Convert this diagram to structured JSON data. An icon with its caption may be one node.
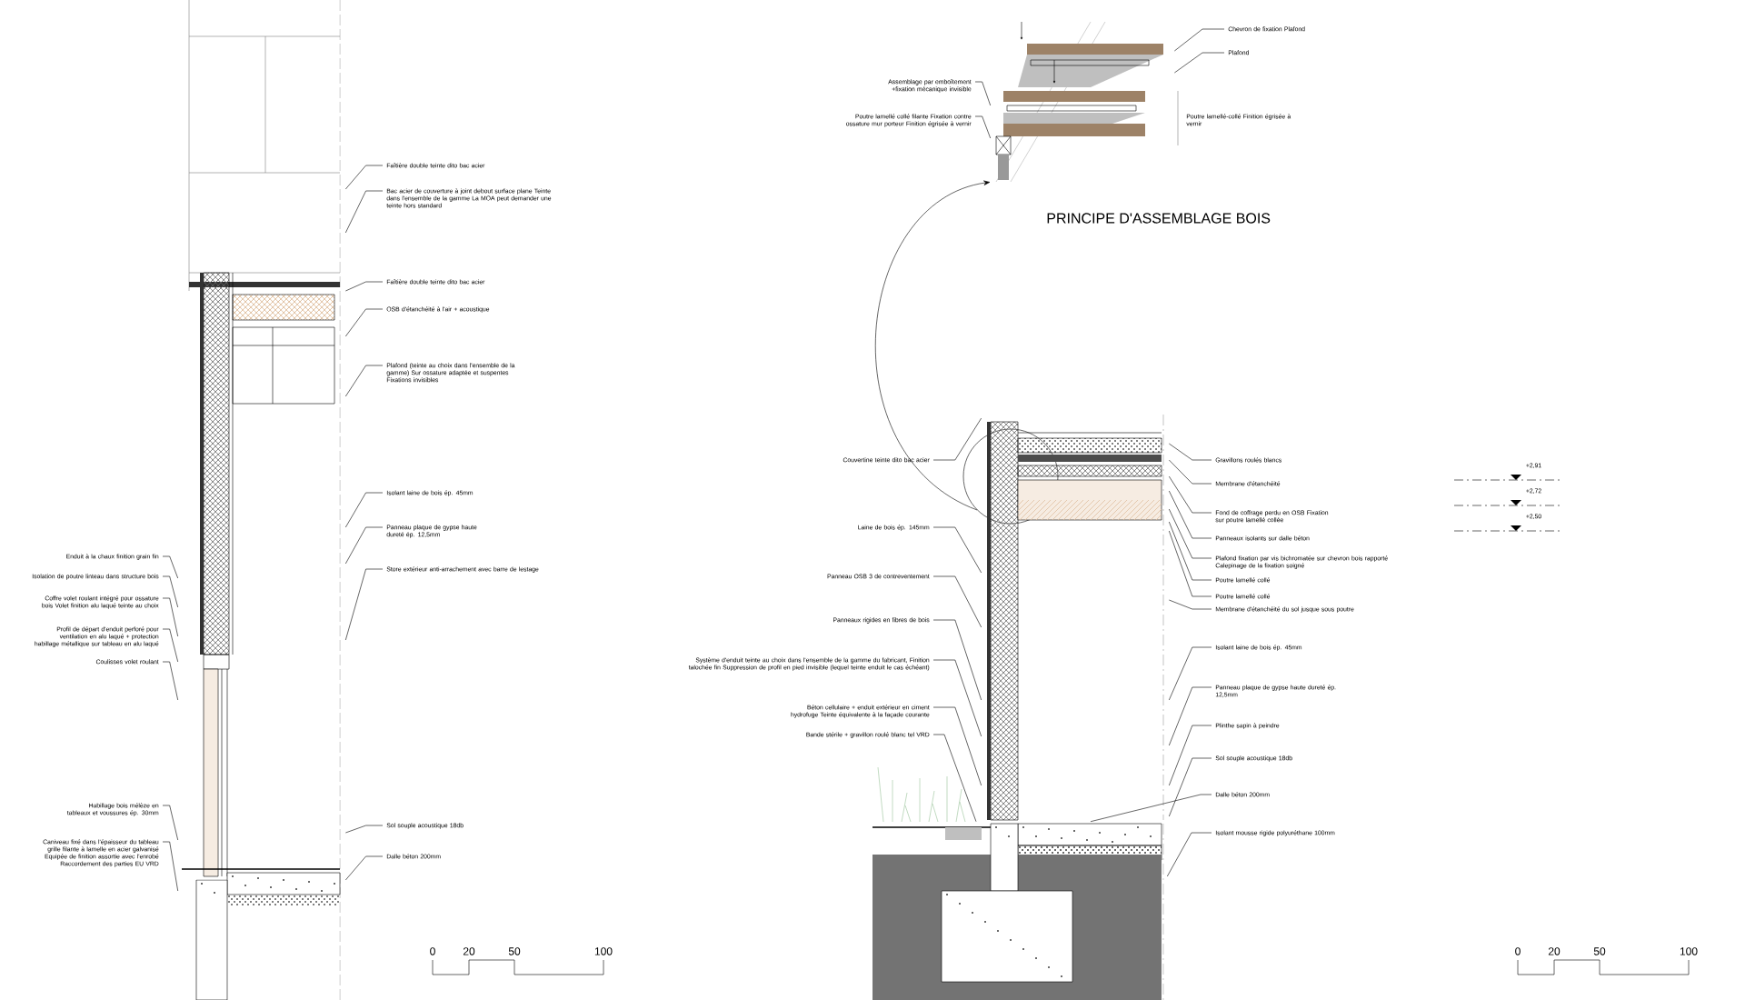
{
  "diagram": {
    "nodes": [
      {
        "text": [
          "Faîtière double teinte dito bac acier"
        ]
      },
      {
        "text": [
          "Bac acier de couverture à joint debout surface plane Teinte dans l'ensemble de la gamme La MOA peut demander une teinte hors standard"
        ]
      },
      {
        "text": [
          "Faîtière double teinte dito bac acier"
        ]
      },
      {
        "text": [
          "OSB d'étanchéité à l'air + acoustique"
        ]
      },
      {
        "text": [
          "Plafond (teinte au choix dans l'ensemble de la gamme) Sur ossature adaptée et suspentes Fixations invisibles"
        ]
      },
      {
        "text": [
          "Isolant laine de bois ép. 45mm"
        ]
      },
      {
        "text": [
          "Panneau plaque de gypse haute dureté ép. 12,5mm"
        ]
      },
      {
        "text": [
          "Store extérieur anti-arrachement avec barre de lestage"
        ]
      },
      {
        "text": [
          "Sol souple acoustique 18db"
        ]
      },
      {
        "text": [
          "Dalle béton 200mm"
        ]
      },
      {
        "text": [
          "Enduit à la chaux finition grain fin"
        ]
      },
      {
        "text": [
          "Isolation de poutre linteau dans structure bois"
        ]
      },
      {
        "text": [
          "Coffre volet roulant intégré pour ossature bois Volet finition alu laqué teinte au choix"
        ]
      },
      {
        "text": [
          "Profil de départ d'enduit perforé pour ventilation en alu laqué + protection habillage métallique sur tableau en alu laqué"
        ]
      },
      {
        "text": [
          "Coulisses volet roulant"
        ]
      },
      {
        "text": [
          "Habillage bois mélèze en tableaux et voussures ép. 30mm"
        ]
      },
      {
        "text": [
          "Caniveau fixé dans l'épaisseur du tableau grille filante à lamelle en acier galvanisé Equipée de finition assortie avec l'enrobé Raccordement des parties EU VRD"
        ]
      },
      {
        "text": [
          "Couvertine teinte dito bac acier"
        ]
      },
      {
        "text": [
          "Laine de bois ép. 145mm"
        ]
      },
      {
        "text": [
          "Panneau OSB 3 de contreventement"
        ]
      },
      {
        "text": [
          "Panneaux rigides en fibres de bois"
        ]
      },
      {
        "text": [
          "Système d'enduit teinte au choix dans l'ensemble de la gamme du fabricant, Finition talochée fin Suppression de profil en pied invisible (lequel teinte enduit le cas échéant)"
        ]
      },
      {
        "text": [
          "Béton cellulaire + enduit extérieur en ciment hydrofuge Teinte équivalente à la façade courante"
        ]
      },
      {
        "text": [
          "Bande stérile + gravillon roulé blanc tel VRD"
        ]
      },
      {
        "text": [
          "Gravillons roulés blancs"
        ]
      },
      {
        "text": [
          "Membrane d'étanchéité"
        ]
      },
      {
        "text": [
          "Fond de coffrage perdu en OSB Fixation sur poutre lamellé collée"
        ]
      },
      {
        "text": [
          "Panneaux isolants sur dalle béton"
        ]
      },
      {
        "text": [
          "Plafond fixation par vis bichromatée sur chevron bois rapporté Calepinage de la fixation soigné"
        ]
      },
      {
        "text": [
          "Poutre lamellé collé"
        ]
      },
      {
        "text": [
          "Poutre lamellé collé"
        ]
      },
      {
        "text": [
          "Membrane d'étanchéité du sol jusque sous poutre"
        ]
      },
      {
        "text": [
          "Isolant laine de bois ép. 45mm"
        ]
      },
      {
        "text": [
          "Panneau plaque de gypse haute dureté ép. 12,5mm"
        ]
      },
      {
        "text": [
          "Plinthe sapin à peindre"
        ]
      },
      {
        "text": [
          "Sol souple acoustique 18db"
        ]
      },
      {
        "text": [
          "Dalle béton 200mm"
        ]
      },
      {
        "text": [
          "Isolant mousse rigide polyuréthane 100mm"
        ]
      },
      {
        "text": [
          "Chevron de fixation Plafond"
        ]
      },
      {
        "text": [
          "Plafond"
        ]
      },
      {
        "text": [
          "Assemblage par emboîtement +fixation mécanique invisible"
        ]
      },
      {
        "text": [
          "Poutre lamellé collé filante Fixation contre ossature mur porteur Finition égrisée à vernir"
        ]
      },
      {
        "text": [
          "Poutre lamellé-collé Finition égrisée à vernir"
        ]
      },
      {
        "text": [],
        "shape": "circle"
      },
      {
        "text": [],
        "shape": "picture"
      },
      {
        "text": [],
        "shape": "picture"
      },
      {
        "text": [],
        "shape": "picture"
      },
      {
        "text": [],
        "shape": "picture"
      }
    ],
    "edges": [
      {
        "from": 0,
        "to": 45,
        "arrow": "none"
      },
      {
        "from": 1,
        "to": 45,
        "arrow": "none"
      },
      {
        "from": 2,
        "to": 45,
        "arrow": "none"
      },
      {
        "from": 3,
        "to": 45,
        "arrow": "none"
      },
      {
        "from": 4,
        "to": 45,
        "arrow": "none"
      },
      {
        "from": 5,
        "to": 45,
        "arrow": "none"
      },
      {
        "from": 6,
        "to": 45,
        "arrow": "none"
      },
      {
        "from": 7,
        "to": 45,
        "arrow": "none"
      },
      {
        "from": 8,
        "to": 45,
        "arrow": "none"
      },
      {
        "from": 9,
        "to": 45,
        "arrow": "none"
      },
      {
        "from": 10,
        "to": 45,
        "arrow": "none"
      },
      {
        "from": 11,
        "to": 45,
        "arrow": "none"
      },
      {
        "from": 12,
        "to": 45,
        "arrow": "none"
      },
      {
        "from": 13,
        "to": 45,
        "arrow": "none"
      },
      {
        "from": 14,
        "to": 45,
        "arrow": "none"
      },
      {
        "from": 15,
        "to": 45,
        "arrow": "none"
      },
      {
        "from": 16,
        "to": 45,
        "arrow": "none"
      },
      {
        "from": 17,
        "to": 46,
        "arrow": "none"
      },
      {
        "from": 18,
        "to": 46,
        "arrow": "none"
      },
      {
        "from": 19,
        "to": 46,
        "arrow": "none"
      },
      {
        "from": 20,
        "to": 46,
        "arrow": "none"
      },
      {
        "from": 21,
        "to": 46,
        "arrow": "none"
      },
      {
        "from": 22,
        "to": 46,
        "arrow": "none"
      },
      {
        "from": 23,
        "to": 47,
        "arrow": "none"
      },
      {
        "from": 24,
        "to": 46,
        "arrow": "none"
      },
      {
        "from": 25,
        "to": 46,
        "arrow": "none"
      },
      {
        "from": 26,
        "to": 46,
        "arrow": "none"
      },
      {
        "from": 27,
        "to": 46,
        "arrow": "none"
      },
      {
        "from": 28,
        "to": 46,
        "arrow": "none"
      },
      {
        "from": 29,
        "to": 46,
        "arrow": "none"
      },
      {
        "from": 30,
        "to": 46,
        "arrow": "none"
      },
      {
        "from": 31,
        "to": 46,
        "arrow": "none"
      },
      {
        "from": 32,
        "to": 46,
        "arrow": "none"
      },
      {
        "from": 33,
        "to": 46,
        "arrow": "none"
      },
      {
        "from": 34,
        "to": 46,
        "arrow": "none"
      },
      {
        "from": 35,
        "to": 46,
        "arrow": "none"
      },
      {
        "from": 36,
        "to": 47,
        "arrow": "none"
      },
      {
        "from": 37,
        "to": 47,
        "arrow": "none"
      },
      {
        "from": 38,
        "to": 44,
        "arrow": "none"
      },
      {
        "from": 39,
        "to": 44,
        "arrow": "none"
      },
      {
        "from": 40,
        "to": 44,
        "arrow": "none"
      },
      {
        "from": 41,
        "to": 44,
        "arrow": "none"
      },
      {
        "from": 43,
        "to": 44,
        "arrow": "to"
      }
    ],
    "labels": [
      "PRINCIPE D'ASSEMBLAGE BOIS",
      "+2,91",
      "+2,72",
      "+2,50",
      "0",
      "20",
      "50",
      "100",
      "0",
      "20",
      "50",
      "100"
    ]
  }
}
